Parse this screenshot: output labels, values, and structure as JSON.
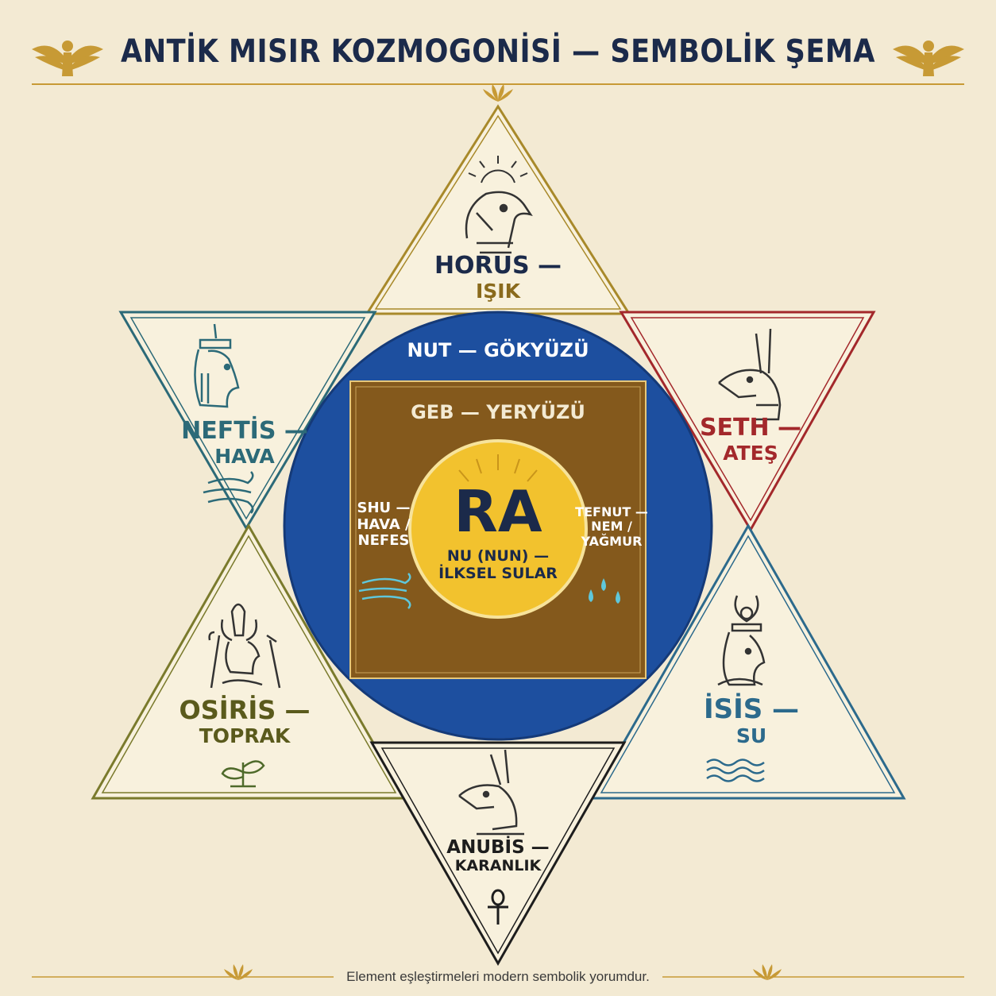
{
  "title": "ANTİK MISIR KOZMOGONİSİ — SEMBOLİK ŞEMA",
  "footer_note": "Element eşleştirmeleri modern sembolik yorumdur.",
  "colors": {
    "background": "#f3ead3",
    "title": "#1b2a4a",
    "gold": "#b8932e",
    "horus": "#a8892a",
    "seth": "#a3282b",
    "neftis": "#2c6a78",
    "isis": "#2c6a8c",
    "osiris": "#7a7a2c",
    "anubis": "#1d1d1d",
    "nut_blue": "#1d4f9f",
    "geb_brown": "#84591c",
    "ra_yellow": "#f2c22e"
  },
  "center": {
    "nut": "NUT — GÖKYÜZÜ",
    "geb": "GEB — YERYÜZÜ",
    "ra": "RA",
    "nu_line1": "NU (NUN) —",
    "nu_line2": "İLKSEL SULAR",
    "shu_line1": "SHU —",
    "shu_line2": "HAVA /",
    "shu_line3": "NEFES",
    "tefnut_line1": "TEFNUT —",
    "tefnut_line2": "NEM /",
    "tefnut_line3": "YAĞMUR"
  },
  "deities": {
    "horus": {
      "name": "HORUS —",
      "element": "IŞIK",
      "icon": "falcon-head-icon",
      "symbol": "sun-icon"
    },
    "seth": {
      "name": "SETH —",
      "element": "ATEŞ",
      "icon": "seth-animal-head-icon"
    },
    "neftis": {
      "name": "NEFTİS —",
      "element": "HAVA",
      "icon": "goddess-profile-icon",
      "symbol": "wind-icon"
    },
    "isis": {
      "name": "İSİS —",
      "element": "SU",
      "icon": "goddess-horned-crown-icon",
      "symbol": "water-waves-icon"
    },
    "osiris": {
      "name": "OSİRİS —",
      "element": "TOPRAK",
      "icon": "pharaoh-crook-flail-icon",
      "symbol": "sprout-icon"
    },
    "anubis": {
      "name": "ANUBİS —",
      "element": "KARANLIK",
      "icon": "jackal-head-icon",
      "symbol": "ankh-icon"
    }
  }
}
